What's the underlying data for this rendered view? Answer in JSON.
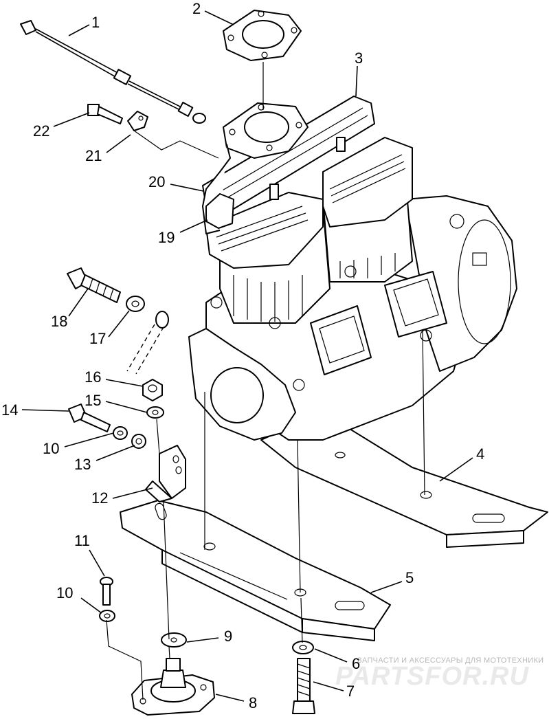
{
  "callouts": {
    "c1": "1",
    "c2": "2",
    "c3": "3",
    "c4": "4",
    "c5": "5",
    "c6": "6",
    "c7": "7",
    "c8": "8",
    "c9": "9",
    "c10a": "10",
    "c10b": "10",
    "c11": "11",
    "c12": "12",
    "c13": "13",
    "c14": "14",
    "c15": "15",
    "c16": "16",
    "c17": "17",
    "c18": "18",
    "c19": "19",
    "c20": "20",
    "c21": "21",
    "c22": "22"
  },
  "watermark": {
    "subtitle": "ЗАПЧАСТИ И АКСЕССУАРЫ ДЛЯ МОТОТЕХНИКИ",
    "brand": "PARTSFOR.RU"
  },
  "colors": {
    "line": "#000000",
    "background": "#ffffff",
    "watermark": "#e9e9e9"
  }
}
